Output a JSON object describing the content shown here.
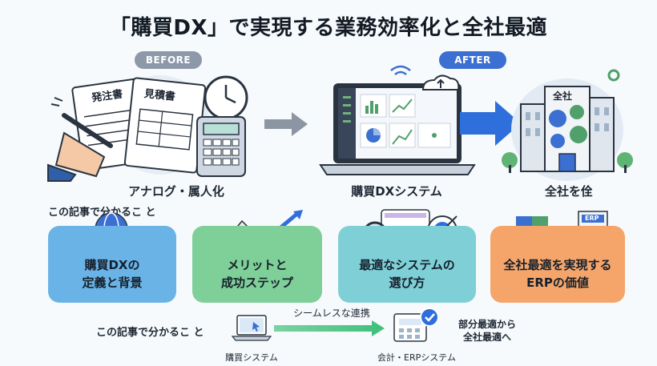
{
  "title": "「購買DX」で実現する業務効率化と全社最適",
  "before_badge": "BEFORE",
  "after_badge": "AFTER",
  "before_docs": {
    "order": "発注書",
    "estimate": "見積書"
  },
  "before_caption": "アナログ・属人化",
  "middle_caption": "購買DXシステム",
  "building_sign": "全社",
  "right_caption": "全社を佺",
  "section_label": "この記事で分かるこ と",
  "cards": [
    {
      "line1": "購買DXの",
      "line2": "定義と背景",
      "color": "#6ab3e6"
    },
    {
      "line1": "メリットと",
      "line2": "成功ステップ",
      "color": "#7fcf98"
    },
    {
      "line1": "最適なシステムの",
      "line2": "選び方",
      "color": "#7fcfd6"
    },
    {
      "line1": "全社最適を実現する",
      "line2": "ERPの価値",
      "color": "#f5a56a"
    }
  ],
  "bottom": {
    "label": "この記事で分かるこ と",
    "seamless": "シームレスな連携",
    "purchase_system": "購買システム",
    "accounting_system": "会計・ERPシステム",
    "partial_line1": "部分最適から",
    "partial_line2": "全社最適へ"
  },
  "erp_sign": "ERP",
  "colors": {
    "accent": "#3b6fd1",
    "arrow_blue": "#2f6fdc",
    "arrow_gray": "#8c96a3",
    "green_arrow": "#3fbf7a"
  }
}
